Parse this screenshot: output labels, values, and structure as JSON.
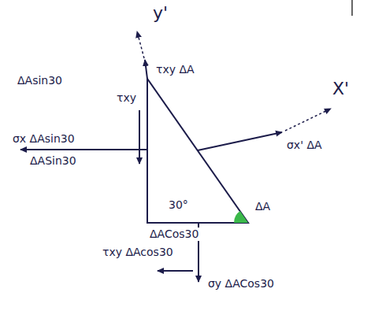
{
  "diagram": {
    "labels": [
      "y'",
      "τxy ΔA",
      "ΔAsin30",
      "τxy",
      "σx ΔAsin30",
      "ΔASin30",
      "X'",
      "σx' ΔA",
      "30°",
      "ΔA",
      "ΔACos30",
      "τxy ΔAcos30",
      "σy ΔACos30"
    ]
  }
}
